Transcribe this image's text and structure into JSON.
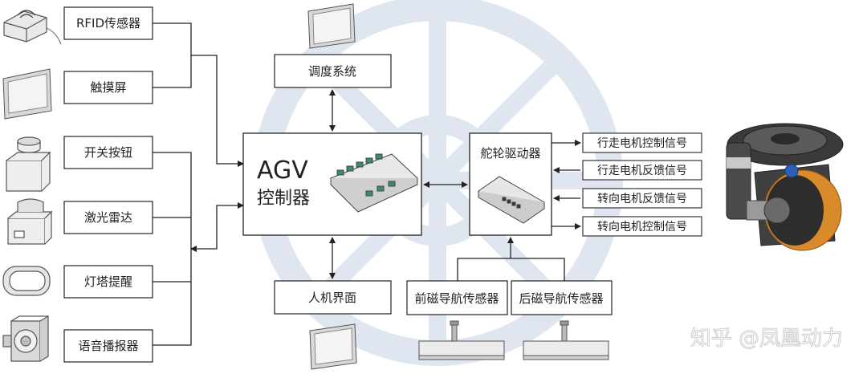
{
  "boxes": {
    "rfid": "RFID传感器",
    "touch": "触摸屏",
    "switch_btn": "开关按钮",
    "lidar": "激光雷达",
    "tower_light": "灯塔提醒",
    "voice": "语音播报器",
    "dispatch": "调度系统",
    "hmi": "人机界面",
    "wheel_driver": "舵轮驱动器",
    "front_mag": "前磁导航传感器",
    "rear_mag": "后磁导航传感器"
  },
  "controller": {
    "title": "AGV",
    "subtitle": "控制器"
  },
  "signals": {
    "travel_ctrl": "行走电机控制信号",
    "travel_fb": "行走电机反馈信号",
    "steer_fb": "转向电机反馈信号",
    "steer_ctrl": "转向电机控制信号"
  },
  "watermark": "知乎 @凤凰动力",
  "colors": {
    "line": "#222222",
    "bg_emblem": "#dfe6f0",
    "wheel_orange": "#d98a2b"
  }
}
